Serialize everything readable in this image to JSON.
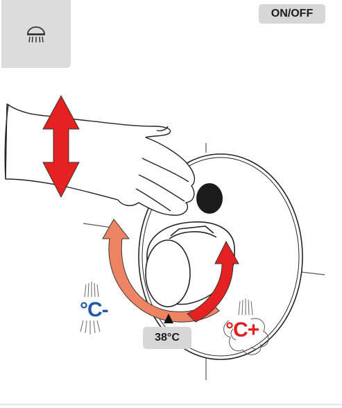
{
  "top_badge": {
    "label": "ON/OFF"
  },
  "temperature": {
    "label": "38°C"
  },
  "cooler": {
    "label": "°C-"
  },
  "warmer": {
    "label": "°C+"
  },
  "icons": {
    "mode": "shower-head-icon",
    "hand": "hand-icon",
    "arrows_vertical": "vertical-double-arrow-icon",
    "rotate": "rotate-arrow-icon"
  },
  "colors": {
    "vertical_arrow": "#e52222",
    "arrow_cool": "#ee8464",
    "arrow_hot": "#e52222",
    "cool_text": "#1f5aa6",
    "hot_text": "#e02020",
    "badge": "#d7d7d7"
  }
}
